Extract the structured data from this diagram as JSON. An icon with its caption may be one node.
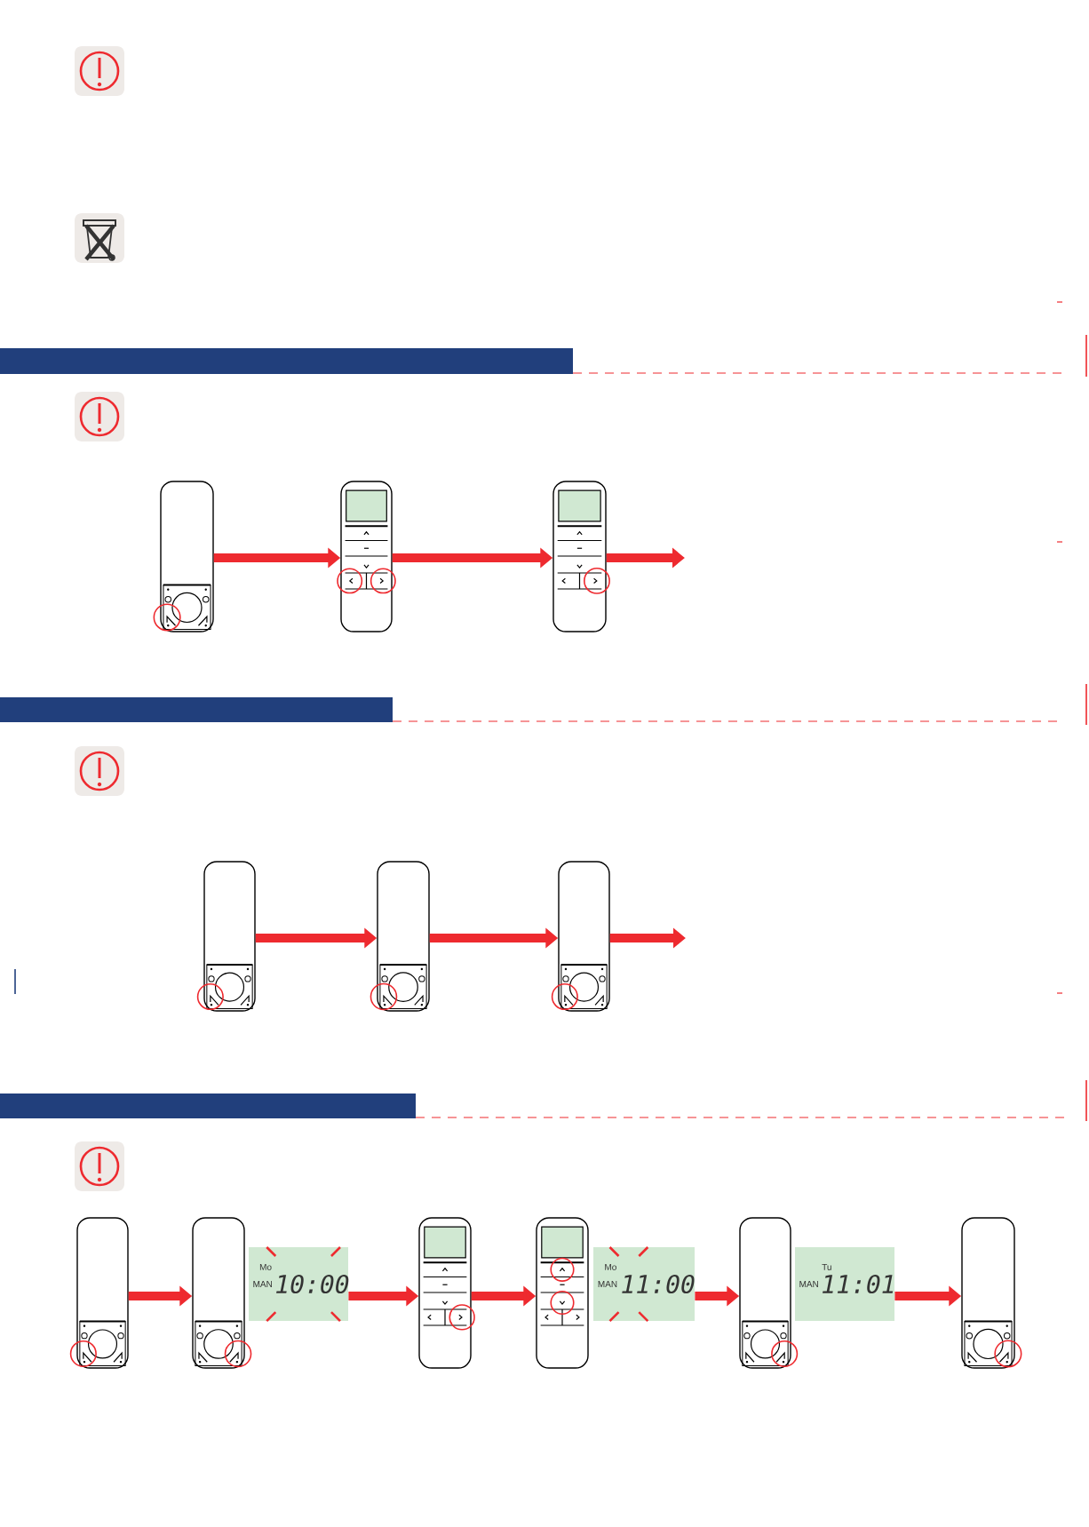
{
  "diagram": {
    "nodes": [
      {
        "text": [],
        "shape": "remote"
      },
      {
        "text": [],
        "shape": "remote"
      },
      {
        "text": [],
        "shape": "remote"
      },
      {
        "text": [],
        "shape": "remote"
      },
      {
        "text": [],
        "shape": "remote"
      },
      {
        "text": [],
        "shape": "remote"
      },
      {
        "text": [],
        "shape": "remote"
      },
      {
        "text": [],
        "shape": "remote"
      },
      {
        "text": [
          "Mo",
          "MAN",
          "10:00"
        ]
      },
      {
        "text": [],
        "shape": "remote"
      },
      {
        "text": [],
        "shape": "remote"
      },
      {
        "text": [
          "Mo",
          "MAN",
          "11:00"
        ]
      },
      {
        "text": [],
        "shape": "remote"
      },
      {
        "text": [
          "Tu",
          "MAN",
          "11:01"
        ]
      },
      {
        "text": [],
        "shape": "remote"
      }
    ],
    "edges": [
      {
        "from": 0,
        "to": 1,
        "arrow": "to"
      },
      {
        "from": 1,
        "to": 2,
        "arrow": "to"
      },
      {
        "from": 2,
        "to": null,
        "arrow": "to"
      },
      {
        "from": 3,
        "to": 4,
        "arrow": "to"
      },
      {
        "from": 4,
        "to": 5,
        "arrow": "to"
      },
      {
        "from": 5,
        "to": null,
        "arrow": "to"
      },
      {
        "from": 6,
        "to": 7,
        "arrow": "to"
      },
      {
        "from": 8,
        "to": 9,
        "arrow": "to"
      },
      {
        "from": 9,
        "to": 10,
        "arrow": "to"
      },
      {
        "from": 11,
        "to": 12,
        "arrow": "to"
      },
      {
        "from": 13,
        "to": 14,
        "arrow": "to"
      }
    ]
  }
}
